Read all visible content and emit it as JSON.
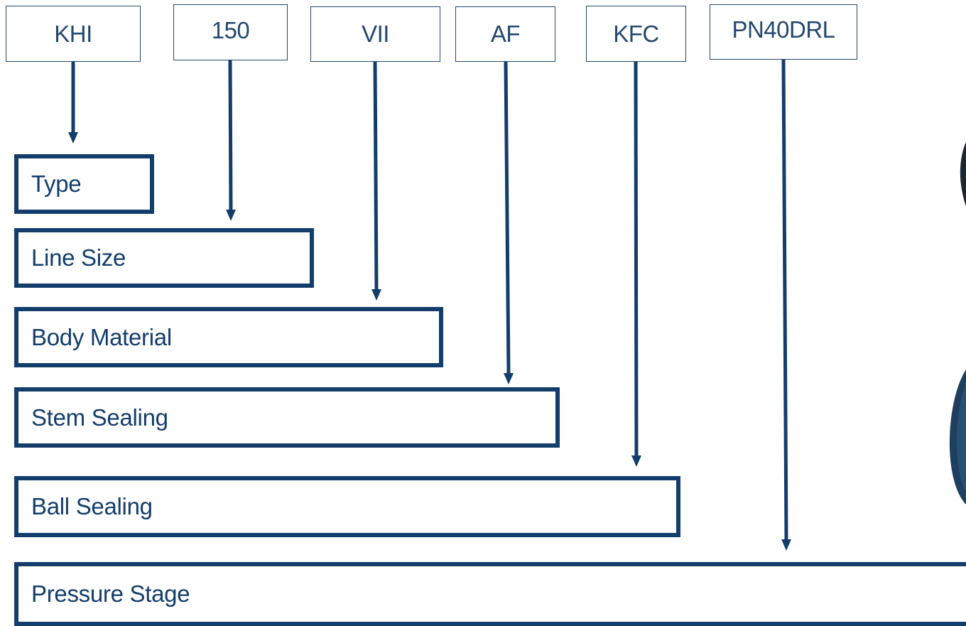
{
  "codes": [
    {
      "id": "type",
      "text": "KHI"
    },
    {
      "id": "line-size",
      "text": "150"
    },
    {
      "id": "body-material",
      "text": "VII"
    },
    {
      "id": "stem-sealing",
      "text": "AF"
    },
    {
      "id": "ball-sealing",
      "text": "KFC"
    },
    {
      "id": "pressure-stage",
      "text": "PN40DRL"
    }
  ],
  "fields": [
    {
      "id": "type",
      "label": "Type"
    },
    {
      "id": "line-size",
      "label": "Line Size"
    },
    {
      "id": "body-material",
      "label": "Body Material"
    },
    {
      "id": "stem-sealing",
      "label": "Stem Sealing"
    },
    {
      "id": "ball-sealing",
      "label": "Ball Sealing"
    },
    {
      "id": "pressure-stage",
      "label": "Pressure Stage"
    }
  ],
  "colors": {
    "primary": "#133d6b",
    "code_border": "#24486f",
    "background": "#ffffff"
  }
}
